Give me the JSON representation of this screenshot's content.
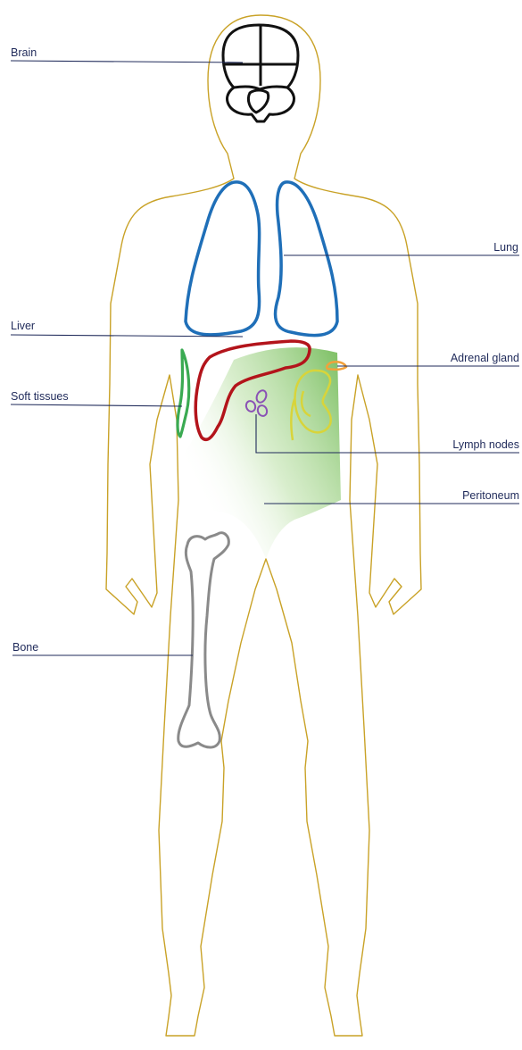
{
  "labels": {
    "brain": "Brain",
    "lung": "Lung",
    "liver": "Liver",
    "adrenal_gland": "Adrenal gland",
    "soft_tissues": "Soft tissues",
    "lymph_nodes": "Lymph nodes",
    "peritoneum": "Peritoneum",
    "bone": "Bone"
  },
  "colors": {
    "body_outline": "#c9a227",
    "brain": "#111111",
    "lung": "#1f6fb8",
    "liver": "#b3141b",
    "adrenal_gland": "#f2a13a",
    "kidney": "#d8d43a",
    "soft_tissues": "#3aaa52",
    "lymph_nodes": "#8a52b5",
    "peritoneum": "#6db851",
    "bone": "#8a8a8a",
    "label_text": "#1f2a5a"
  }
}
